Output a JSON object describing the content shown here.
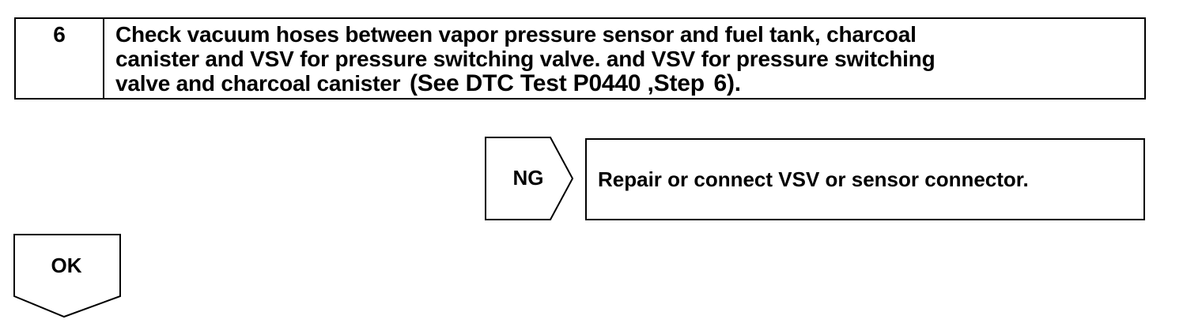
{
  "step": {
    "number": "6",
    "line1": "Check vacuum hoses between vapor pressure sensor and fuel tank, charcoal",
    "line2": "canister and VSV for pressure switching valve. and VSV for pressure switching",
    "line3_a": "valve and charcoal canister",
    "line3_b": "(See DTC Test P0440 ,Step",
    "line3_c": "6",
    "line3_d": ")."
  },
  "ng": {
    "label": "NG",
    "action": "Repair or connect VSV or sensor connector."
  },
  "ok": {
    "label": "OK"
  }
}
